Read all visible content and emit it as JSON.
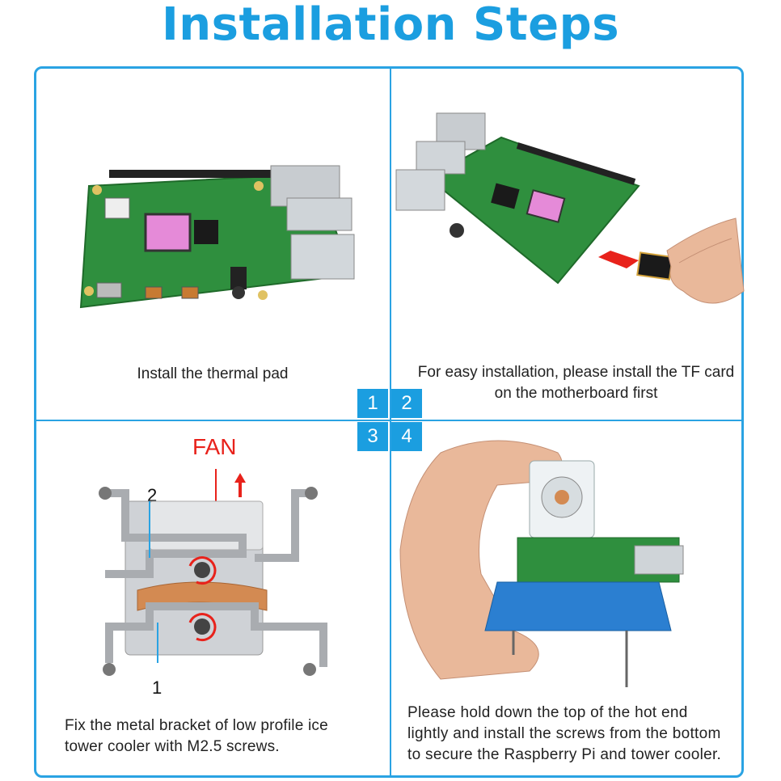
{
  "title": "Installation Steps",
  "steps": [
    {
      "number": "1",
      "caption": "Install the thermal pad"
    },
    {
      "number": "2",
      "caption_line1": "For easy installation, please install the TF card",
      "caption_line2": "on the motherboard first"
    },
    {
      "number": "3",
      "caption_line1": "Fix the metal bracket of low profile ice",
      "caption_line2": "tower cooler with M2.5 screws.",
      "fan_label": "FAN",
      "part_label_top": "2",
      "part_label_bottom": "1"
    },
    {
      "number": "4",
      "caption_line1": "Please hold down the top of the hot end",
      "caption_line2": "lightly and install the screws from the bottom",
      "caption_line3": "to secure the Raspberry Pi and tower cooler."
    }
  ],
  "colors": {
    "accent": "#1b9ee0",
    "arrow": "#e8221b",
    "board": "#2f8f3e",
    "pad": "#e58ad8",
    "bracket": "#bdbfc3",
    "copper": "#d38a52",
    "stand": "#2b7fd1"
  }
}
